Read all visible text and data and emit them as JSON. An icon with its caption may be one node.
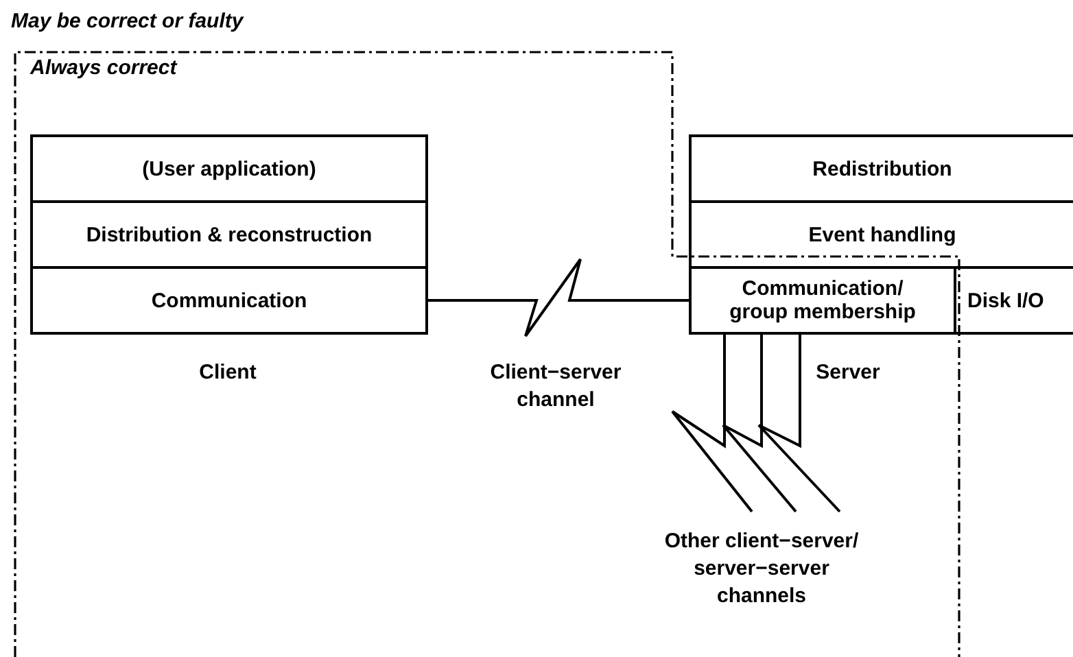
{
  "diagram": {
    "nodes": [
      {
        "text": [
          "Always correct"
        ]
      },
      {
        "text": [
          "(User application)"
        ],
        "in": 0
      },
      {
        "text": [
          "Distribution & reconstruction"
        ],
        "in": 0
      },
      {
        "text": [
          "Communication"
        ],
        "in": 0
      },
      {
        "text": [
          "Redistribution"
        ]
      },
      {
        "text": [
          "Event handling"
        ]
      },
      {
        "text": [
          "Communication/ group membership"
        ],
        "in": 0
      },
      {
        "text": [
          "Disk I/O"
        ]
      }
    ],
    "edges": [
      {
        "from": 3,
        "to": 6,
        "arrow": "none",
        "label": "Client−server channel"
      },
      {
        "from": 6,
        "to": null,
        "arrow": "none"
      },
      {
        "from": 6,
        "to": null,
        "arrow": "none"
      },
      {
        "from": 6,
        "to": null,
        "arrow": "none"
      }
    ],
    "labels": [
      "May be correct or faulty",
      "Client",
      "Server",
      "Other client−server/ server−server channels"
    ]
  }
}
